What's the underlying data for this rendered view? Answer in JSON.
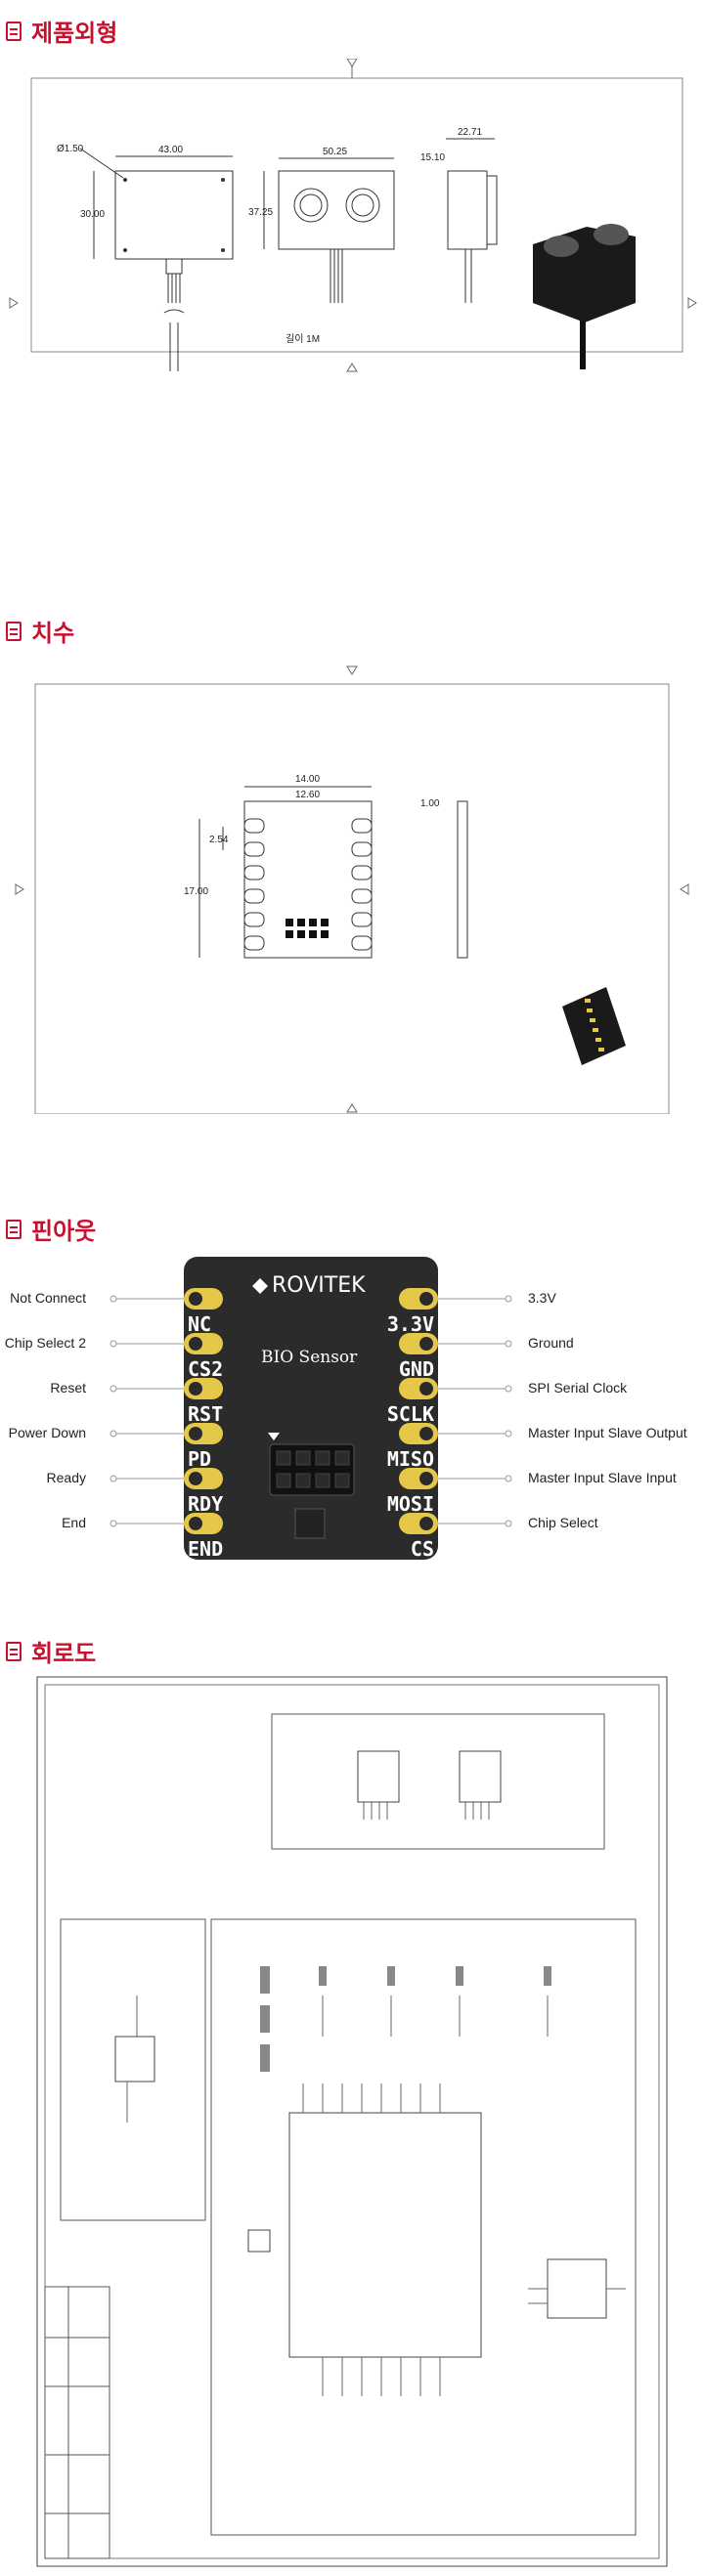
{
  "sections": {
    "appearance": "제품외형",
    "dimension": "치수",
    "pinout": "핀아웃",
    "circuit": "회로도"
  },
  "appearance_dims": {
    "d1": "Ø1.50",
    "w1": "43.00",
    "h1": "30.00",
    "w2": "50.25",
    "h2": "37.25",
    "w3": "22.71",
    "d3": "15.10",
    "cable": "길이 1M"
  },
  "size_dims": {
    "w_outer": "14.00",
    "w_inner": "12.60",
    "pitch": "2.54",
    "height": "17.00",
    "thick": "1.00"
  },
  "board": {
    "brand": "ROVITEK",
    "name": "BIO Sensor",
    "left_pins": [
      "NC",
      "CS2",
      "RST",
      "PD",
      "RDY",
      "END"
    ],
    "right_pins": [
      "3.3V",
      "GND",
      "SCLK",
      "MISO",
      "MOSI",
      "CS"
    ]
  },
  "pin_desc": {
    "left": [
      "Not Connect",
      "Chip Select 2",
      "Reset",
      "Power Down",
      "Ready",
      "End"
    ],
    "right": [
      "3.3V",
      "Ground",
      "SPI Serial Clock",
      "Master Input Slave Output",
      "Master Input Slave Input",
      "Chip Select"
    ]
  },
  "colors": {
    "title": "#c8102e",
    "board": "#2b2b2b",
    "pad": "#e5c84a"
  }
}
